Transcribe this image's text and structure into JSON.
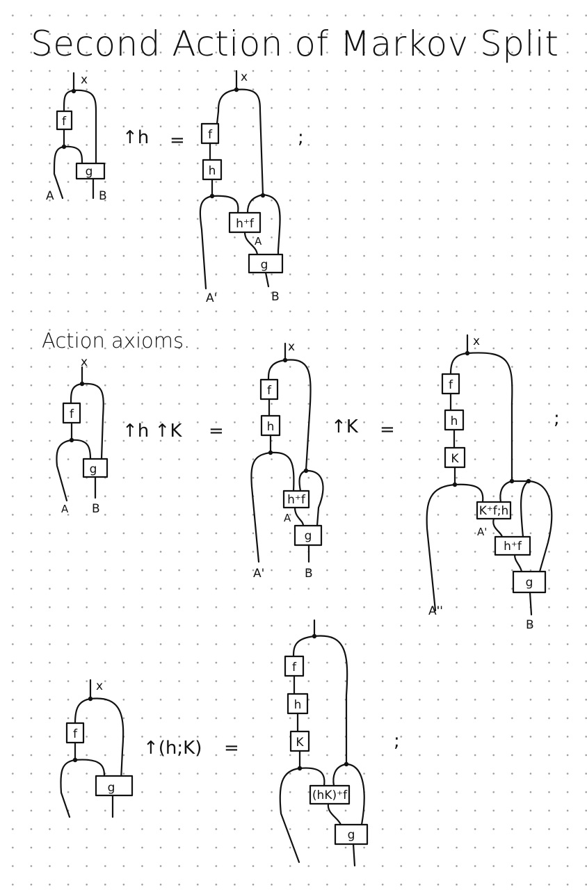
{
  "title": "Second Action of Markov Split",
  "subtitle": "Action axioms.",
  "labels": {
    "x": "x",
    "A": "A",
    "B": "B",
    "A_prime": "A'",
    "A_dprime": "A''",
    "f": "f",
    "g": "g",
    "h": "h",
    "k": "K",
    "h_dagger_f": "h⁺f",
    "k_dagger_fh": "K⁺f;h",
    "hk_dagger_f": "(hK)⁺f"
  },
  "equations": {
    "eq1_lhs": "↑h",
    "eq2_lhs": "↑h ↑K",
    "eq2_mid": "↑K",
    "eq3_lhs": "↑(h;K)",
    "equals": "=",
    "semicolon": ";"
  }
}
